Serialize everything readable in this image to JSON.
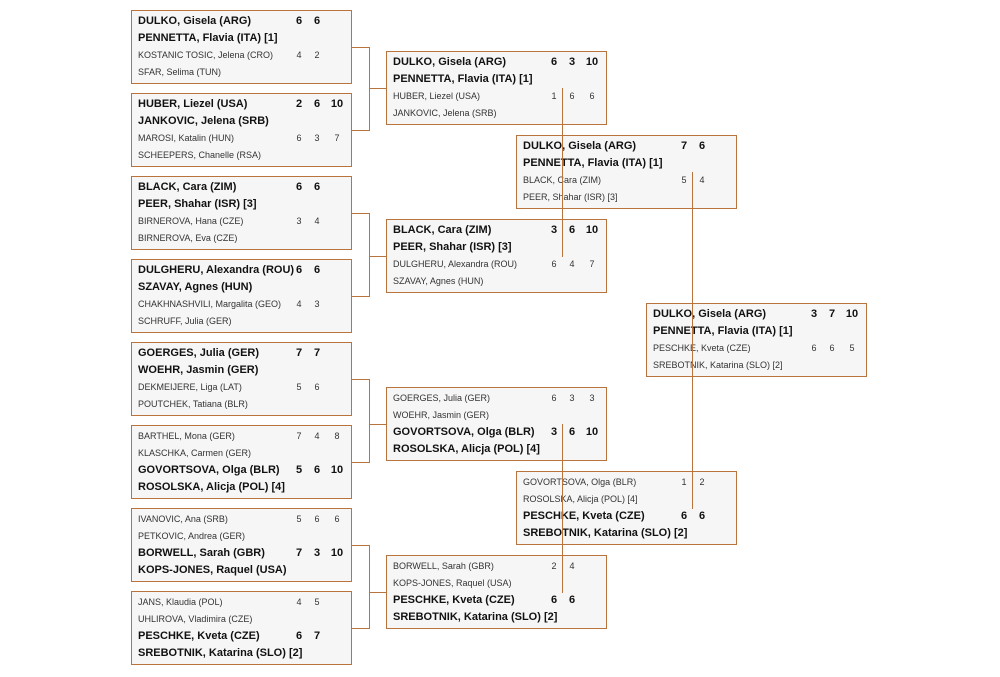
{
  "draw": {
    "round1": [
      {
        "rows": [
          {
            "name": "DULKO, Gisela (ARG)",
            "win": true,
            "scores": [
              "6",
              "6"
            ]
          },
          {
            "name": "PENNETTA, Flavia (ITA) [1]",
            "win": true,
            "scores": []
          },
          {
            "name": "KOSTANIC TOSIC, Jelena (CRO)",
            "win": false,
            "scores": [
              "4",
              "2"
            ]
          },
          {
            "name": "SFAR, Selima (TUN)",
            "win": false,
            "scores": []
          }
        ]
      },
      {
        "rows": [
          {
            "name": "HUBER, Liezel (USA)",
            "win": true,
            "scores": [
              "2",
              "6",
              "10"
            ]
          },
          {
            "name": "JANKOVIC, Jelena (SRB)",
            "win": true,
            "scores": []
          },
          {
            "name": "MAROSI, Katalin (HUN)",
            "win": false,
            "scores": [
              "6",
              "3",
              "7"
            ]
          },
          {
            "name": "SCHEEPERS, Chanelle (RSA)",
            "win": false,
            "scores": []
          }
        ]
      },
      {
        "rows": [
          {
            "name": "BLACK, Cara (ZIM)",
            "win": true,
            "scores": [
              "6",
              "6"
            ]
          },
          {
            "name": "PEER, Shahar (ISR) [3]",
            "win": true,
            "scores": []
          },
          {
            "name": "BIRNEROVA, Hana (CZE)",
            "win": false,
            "scores": [
              "3",
              "4"
            ]
          },
          {
            "name": "BIRNEROVA, Eva (CZE)",
            "win": false,
            "scores": []
          }
        ]
      },
      {
        "rows": [
          {
            "name": "DULGHERU, Alexandra (ROU)",
            "win": true,
            "scores": [
              "6",
              "6"
            ]
          },
          {
            "name": "SZAVAY, Agnes (HUN)",
            "win": true,
            "scores": []
          },
          {
            "name": "CHAKHNASHVILI, Margalita (GEO)",
            "win": false,
            "scores": [
              "4",
              "3"
            ]
          },
          {
            "name": "SCHRUFF, Julia (GER)",
            "win": false,
            "scores": []
          }
        ]
      },
      {
        "rows": [
          {
            "name": "GOERGES, Julia (GER)",
            "win": true,
            "scores": [
              "7",
              "7"
            ]
          },
          {
            "name": "WOEHR, Jasmin (GER)",
            "win": true,
            "scores": []
          },
          {
            "name": "DEKMEIJERE, Liga (LAT)",
            "win": false,
            "scores": [
              "5",
              "6"
            ]
          },
          {
            "name": "POUTCHEK, Tatiana (BLR)",
            "win": false,
            "scores": []
          }
        ]
      },
      {
        "rows": [
          {
            "name": "BARTHEL, Mona (GER)",
            "win": false,
            "scores": [
              "7",
              "4",
              "8"
            ]
          },
          {
            "name": "KLASCHKA, Carmen (GER)",
            "win": false,
            "scores": []
          },
          {
            "name": "GOVORTSOVA, Olga (BLR)",
            "win": true,
            "scores": [
              "5",
              "6",
              "10"
            ]
          },
          {
            "name": "ROSOLSKA, Alicja (POL) [4]",
            "win": true,
            "scores": []
          }
        ]
      },
      {
        "rows": [
          {
            "name": "IVANOVIC, Ana (SRB)",
            "win": false,
            "scores": [
              "5",
              "6",
              "6"
            ]
          },
          {
            "name": "PETKOVIC, Andrea (GER)",
            "win": false,
            "scores": []
          },
          {
            "name": "BORWELL, Sarah (GBR)",
            "win": true,
            "scores": [
              "7",
              "3",
              "10"
            ]
          },
          {
            "name": "KOPS-JONES, Raquel (USA)",
            "win": true,
            "scores": []
          }
        ]
      },
      {
        "rows": [
          {
            "name": "JANS, Klaudia (POL)",
            "win": false,
            "scores": [
              "4",
              "5"
            ]
          },
          {
            "name": "UHLIROVA, Vladimira (CZE)",
            "win": false,
            "scores": []
          },
          {
            "name": "PESCHKE, Kveta (CZE)",
            "win": true,
            "scores": [
              "6",
              "7"
            ]
          },
          {
            "name": "SREBOTNIK, Katarina (SLO) [2]",
            "win": true,
            "scores": []
          }
        ]
      }
    ],
    "round2": [
      {
        "rows": [
          {
            "name": "DULKO, Gisela (ARG)",
            "win": true,
            "scores": [
              "6",
              "3",
              "10"
            ]
          },
          {
            "name": "PENNETTA, Flavia (ITA) [1]",
            "win": true,
            "scores": []
          },
          {
            "name": "HUBER, Liezel (USA)",
            "win": false,
            "scores": [
              "1",
              "6",
              "6"
            ]
          },
          {
            "name": "JANKOVIC, Jelena (SRB)",
            "win": false,
            "scores": []
          }
        ]
      },
      {
        "rows": [
          {
            "name": "BLACK, Cara (ZIM)",
            "win": true,
            "scores": [
              "3",
              "6",
              "10"
            ]
          },
          {
            "name": "PEER, Shahar (ISR) [3]",
            "win": true,
            "scores": []
          },
          {
            "name": "DULGHERU, Alexandra (ROU)",
            "win": false,
            "scores": [
              "6",
              "4",
              "7"
            ]
          },
          {
            "name": "SZAVAY, Agnes (HUN)",
            "win": false,
            "scores": []
          }
        ]
      },
      {
        "rows": [
          {
            "name": "GOERGES, Julia (GER)",
            "win": false,
            "scores": [
              "6",
              "3",
              "3"
            ]
          },
          {
            "name": "WOEHR, Jasmin (GER)",
            "win": false,
            "scores": []
          },
          {
            "name": "GOVORTSOVA, Olga (BLR)",
            "win": true,
            "scores": [
              "3",
              "6",
              "10"
            ]
          },
          {
            "name": "ROSOLSKA, Alicja (POL) [4]",
            "win": true,
            "scores": []
          }
        ]
      },
      {
        "rows": [
          {
            "name": "BORWELL, Sarah (GBR)",
            "win": false,
            "scores": [
              "2",
              "4"
            ]
          },
          {
            "name": "KOPS-JONES, Raquel (USA)",
            "win": false,
            "scores": []
          },
          {
            "name": "PESCHKE, Kveta (CZE)",
            "win": true,
            "scores": [
              "6",
              "6"
            ]
          },
          {
            "name": "SREBOTNIK, Katarina (SLO) [2]",
            "win": true,
            "scores": []
          }
        ]
      }
    ],
    "semifinals": [
      {
        "rows": [
          {
            "name": "DULKO, Gisela (ARG)",
            "win": true,
            "scores": [
              "7",
              "6"
            ]
          },
          {
            "name": "PENNETTA, Flavia (ITA) [1]",
            "win": true,
            "scores": []
          },
          {
            "name": "BLACK, Cara (ZIM)",
            "win": false,
            "scores": [
              "5",
              "4"
            ]
          },
          {
            "name": "PEER, Shahar (ISR) [3]",
            "win": false,
            "scores": []
          }
        ]
      },
      {
        "rows": [
          {
            "name": "GOVORTSOVA, Olga (BLR)",
            "win": false,
            "scores": [
              "1",
              "2"
            ]
          },
          {
            "name": "ROSOLSKA, Alicja (POL) [4]",
            "win": false,
            "scores": []
          },
          {
            "name": "PESCHKE, Kveta (CZE)",
            "win": true,
            "scores": [
              "6",
              "6"
            ]
          },
          {
            "name": "SREBOTNIK, Katarina (SLO) [2]",
            "win": true,
            "scores": []
          }
        ]
      }
    ],
    "final": [
      {
        "rows": [
          {
            "name": "DULKO, Gisela (ARG)",
            "win": true,
            "scores": [
              "3",
              "7",
              "10"
            ]
          },
          {
            "name": "PENNETTA, Flavia (ITA) [1]",
            "win": true,
            "scores": []
          },
          {
            "name": "PESCHKE, Kveta (CZE)",
            "win": false,
            "scores": [
              "6",
              "6",
              "5"
            ]
          },
          {
            "name": "SREBOTNIK, Katarina (SLO) [2]",
            "win": false,
            "scores": []
          }
        ]
      }
    ]
  },
  "colors": {
    "border": "#b8743c",
    "box_background": "#f6f6f6",
    "winner_text": "#111111",
    "loser_text": "#333333"
  }
}
